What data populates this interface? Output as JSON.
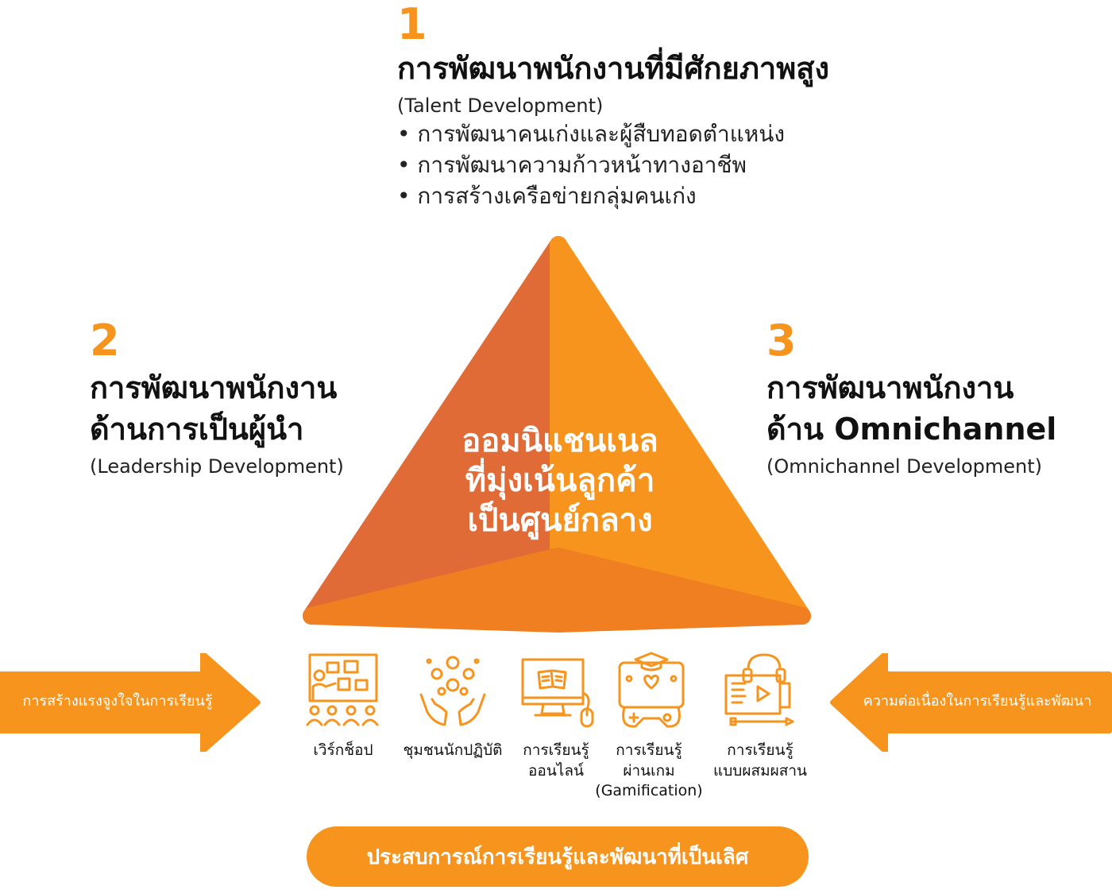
{
  "section1": {
    "number": "1",
    "title": "การพัฒนาพนักงานที่มีศักยภาพสูง",
    "subtitle": "(Talent Development)",
    "bullets": [
      "• การพัฒนาคนเก่งและผู้สืบทอดตำแหน่ง",
      "• การพัฒนาความก้าวหน้าทางอาชีพ",
      "• การสร้างเครือข่ายกลุ่มคนเก่ง"
    ]
  },
  "section2": {
    "number": "2",
    "title_line1": "การพัฒนาพนักงาน",
    "title_line2": "ด้านการเป็นผู้นำ",
    "subtitle": "(Leadership Development)"
  },
  "section3": {
    "number": "3",
    "title_line1": "การพัฒนาพนักงาน",
    "title_line2": "ด้าน Omnichannel",
    "subtitle": "(Omnichannel Development)"
  },
  "center": {
    "line1": "ออมนิแชนเนล",
    "line2": "ที่มุ่งเน้นลูกค้า",
    "line3": "เป็นศูนย์กลาง"
  },
  "left_arrow": {
    "label": "การสร้างแรงจูงใจในการเรียนรู้"
  },
  "right_arrow": {
    "label": "ความต่อเนื่องในการเรียนรู้และพัฒนา"
  },
  "icons": [
    {
      "icon": "workshop-icon",
      "lines": [
        "เวิร์กช็อป"
      ]
    },
    {
      "icon": "community-icon",
      "lines": [
        "ชุมชนนักปฏิบัติ"
      ]
    },
    {
      "icon": "online-learning-icon",
      "lines": [
        "การเรียนรู้",
        "ออนไลน์"
      ]
    },
    {
      "icon": "gamification-icon",
      "lines": [
        "การเรียนรู้",
        "ผ่านเกม",
        "(Gamification)"
      ]
    },
    {
      "icon": "blended-learning-icon",
      "lines": [
        "การเรียนรู้",
        "แบบผสมผสาน"
      ]
    }
  ],
  "bottom_pill": {
    "label": "ประสบการณ์การเรียนรู้และพัฒนาที่เป็นเลิศ"
  },
  "colors": {
    "orange": "#F7941D",
    "dark_orange": "#E06B37",
    "mid_orange": "#F07F21"
  }
}
